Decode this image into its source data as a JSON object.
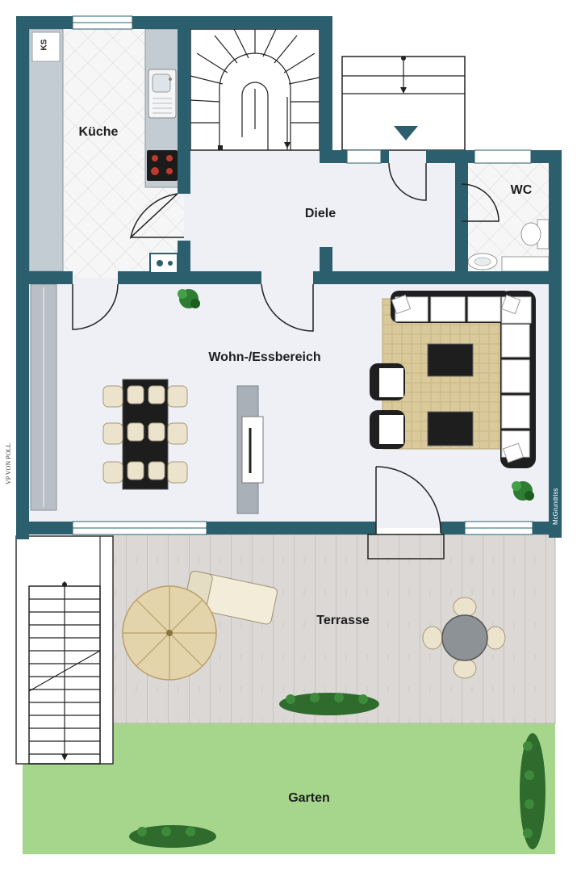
{
  "rooms": {
    "kueche": "Küche",
    "diele": "Diele",
    "wc": "WC",
    "wohn": "Wohn-/Essbereich",
    "terrasse": "Terrasse",
    "garten": "Garten"
  },
  "labels": {
    "ks": "KS",
    "logo": "VP VON POLL",
    "credit": "McGrundriss"
  },
  "colors": {
    "wall": "#2b5f6e",
    "floor": "#eef0f5",
    "tile": "#f4f4f4",
    "deck": "#d9d5d2",
    "lawn": "#a4d68a",
    "rug": "#d8c89a"
  }
}
